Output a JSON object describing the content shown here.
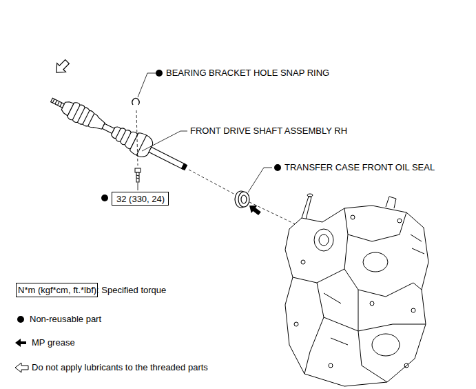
{
  "diagram": {
    "nodes": [
      {
        "text": [
          "32 (330, 24)"
        ]
      }
    ],
    "labels": [
      "BEARING BRACKET HOLE SNAP RING",
      "FRONT DRIVE SHAFT ASSEMBLY RH",
      "TRANSFER CASE FRONT OIL SEAL"
    ],
    "legend": [
      {
        "text": "N*m (kgf*cm, ft.*lbf): Specified torque"
      },
      {
        "text": "Non-reusable part"
      },
      {
        "text": "MP grease"
      },
      {
        "text": "Do not apply lubricants to the threaded parts"
      }
    ]
  }
}
